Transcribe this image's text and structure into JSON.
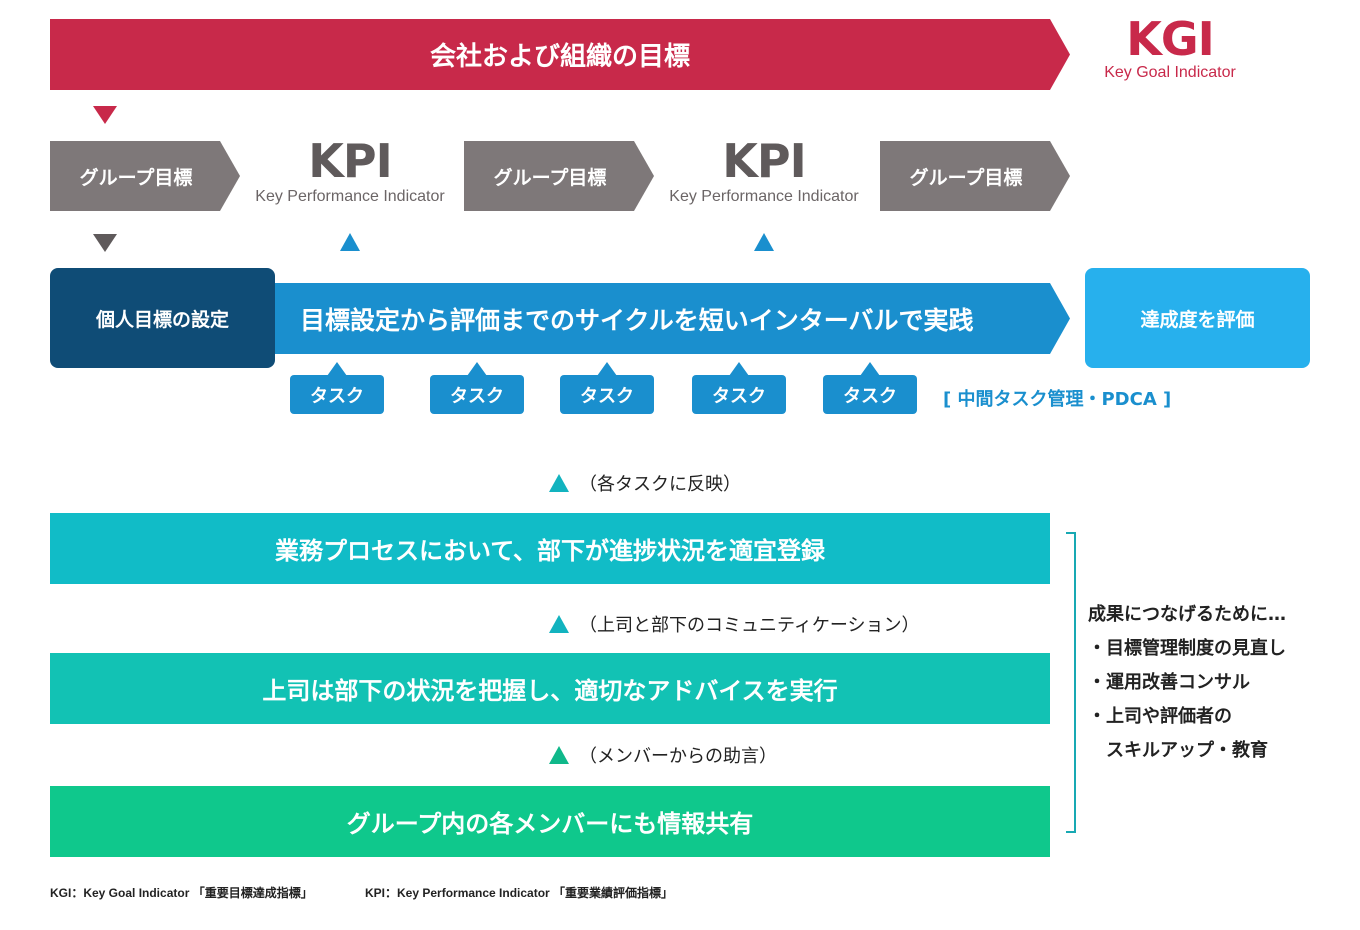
{
  "kgi": {
    "banner_text": "会社および組織の目標",
    "title": "KGI",
    "subtitle": "Key Goal Indicator"
  },
  "groups": [
    {
      "label": "グループ目標"
    },
    {
      "label": "グループ目標"
    },
    {
      "label": "グループ目標"
    }
  ],
  "kpis": [
    {
      "title": "KPI",
      "subtitle": "Key Performance Indicator"
    },
    {
      "title": "KPI",
      "subtitle": "Key Performance Indicator"
    }
  ],
  "cycle": {
    "personal": "個人目標の設定",
    "banner": "目標設定から評価までのサイクルを短いインターバルで実践",
    "evaluate": "達成度を評価"
  },
  "tasks": [
    {
      "label": "タスク"
    },
    {
      "label": "タスク"
    },
    {
      "label": "タスク"
    },
    {
      "label": "タスク"
    },
    {
      "label": "タスク"
    }
  ],
  "pdca_label": "[ 中間タスク管理・PDCA ]",
  "notes": {
    "reflect": "（各タスクに反映）",
    "communication": "（上司と部下のコミュニティケーション）",
    "advice": "（メンバーからの助言）"
  },
  "bands": {
    "band1": "業務プロセスにおいて、部下が進捗状況を適宜登録",
    "band2": "上司は部下の状況を把握し、適切なアドバイスを実行",
    "band3": "グループ内の各メンバーにも情報共有"
  },
  "side": {
    "heading": "成果につなげるために…",
    "item1": "・目標管理制度の見直し",
    "item2": "・運用改善コンサル",
    "item3": "・上司や評価者の",
    "item3b": "　スキルアップ・教育"
  },
  "footnotes": {
    "kgi": "KGI：Key Goal Indicator 「重要目標達成指標」",
    "kpi": "KPI：Key Performance Indicator 「重要業績評価指標」"
  },
  "colors": {
    "kgi_red": "#c8294a",
    "group_gray": "#7e7879",
    "personal_navy": "#0f4c76",
    "cycle_blue": "#1a8fce",
    "evaluate_sky": "#27b0ed",
    "band1_cyan": "#11bcc7",
    "band2_teal": "#12c2b4",
    "band3_green": "#0fc88c"
  }
}
